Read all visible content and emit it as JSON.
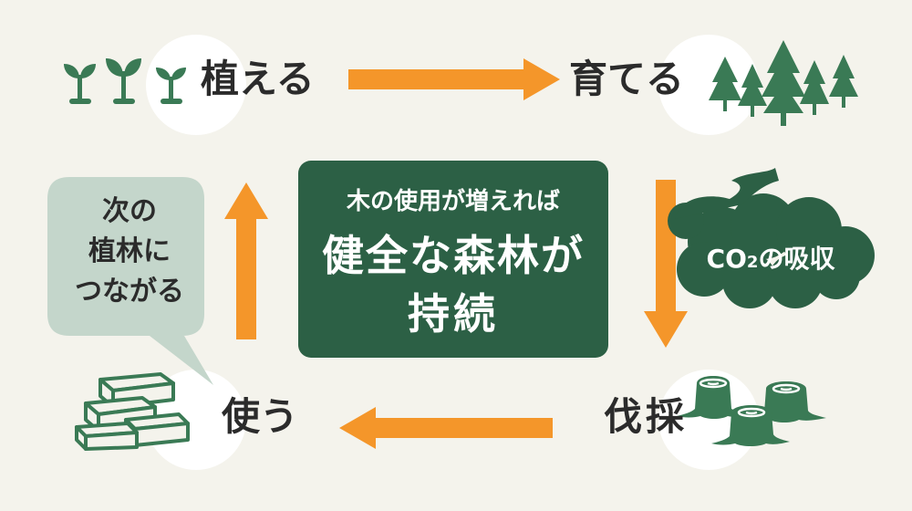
{
  "steps": {
    "plant": "植える",
    "grow": "育てる",
    "harvest": "伐採",
    "use": "使う"
  },
  "center": {
    "line1": "木の使用が増えれば",
    "line2": "健全な森林が",
    "line3": "持続"
  },
  "bubble": {
    "line1": "次の",
    "line2": "植林に",
    "line3": "つながる"
  },
  "co2": {
    "prefix": "CO",
    "sub": "2",
    "suffix": "の吸収"
  },
  "colors": {
    "background": "#f4f3ec",
    "forest_green": "#2c6045",
    "icon_green": "#3a7a55",
    "arrow_orange": "#f4962a",
    "bubble": "#c4d6cb"
  }
}
